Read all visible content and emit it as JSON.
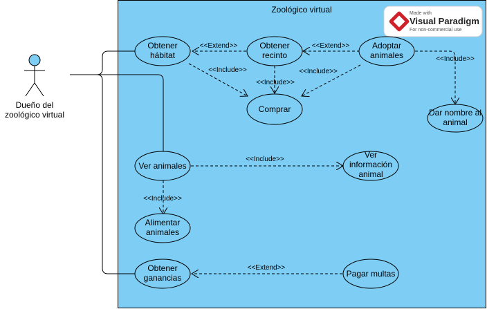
{
  "system": {
    "title": "Zoológico virtual"
  },
  "actor": {
    "line1": "Dueño del",
    "line2": "zoológico virtual"
  },
  "use_cases": {
    "obtener_habitat": {
      "line1": "Obtener",
      "line2": "hábitat"
    },
    "obtener_recinto": {
      "line1": "Obtener",
      "line2": "recinto"
    },
    "adoptar_animales": {
      "line1": "Adoptar",
      "line2": "animales"
    },
    "comprar": {
      "line1": "Comprar"
    },
    "dar_nombre": {
      "line1": "Dar nombre al",
      "line2": "animal"
    },
    "ver_animales": {
      "line1": "Ver animales"
    },
    "ver_informacion": {
      "line1": "Ver",
      "line2": "información",
      "line3": "animal"
    },
    "alimentar_animales": {
      "line1": "Alimentar",
      "line2": "animales"
    },
    "obtener_ganancias": {
      "line1": "Obtener",
      "line2": "ganancias"
    },
    "pagar_multas": {
      "line1": "Pagar multas"
    }
  },
  "relations": {
    "extend": "<<Extend>>",
    "include": "<<Include>>"
  },
  "watermark": {
    "made_with": "Made with",
    "brand": "Visual Paradigm",
    "note": "For non-commercial use"
  },
  "colors": {
    "boundary_fill": "#7dcdf4",
    "usecase_fill": "#7dcdf4",
    "actor_head": "#7dcdf4",
    "stroke": "#000000",
    "logo_red": "#d0202a"
  }
}
